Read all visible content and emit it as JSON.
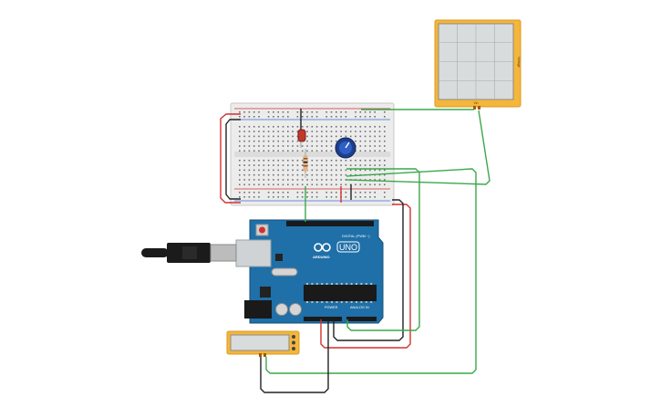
{
  "board": {
    "logo_text": "ARDUINO",
    "model": "UNO",
    "digital_label": "DIGITAL (PWM ~)",
    "power_label": "POWER",
    "analog_label": "ANALOG IN"
  },
  "oscilloscope": {
    "side_label": "Voltage",
    "bottom_label": "Vin"
  },
  "colors": {
    "board_blue": "#1f6fa8",
    "breadboard": "#ececec",
    "scope_frame": "#f4b63b",
    "wire_green": "#3aa84a",
    "wire_red": "#d23030",
    "wire_black": "#222222",
    "led_red": "#c0392b",
    "pot_blue": "#1d3f8f",
    "usb_black": "#1b1b1b"
  }
}
